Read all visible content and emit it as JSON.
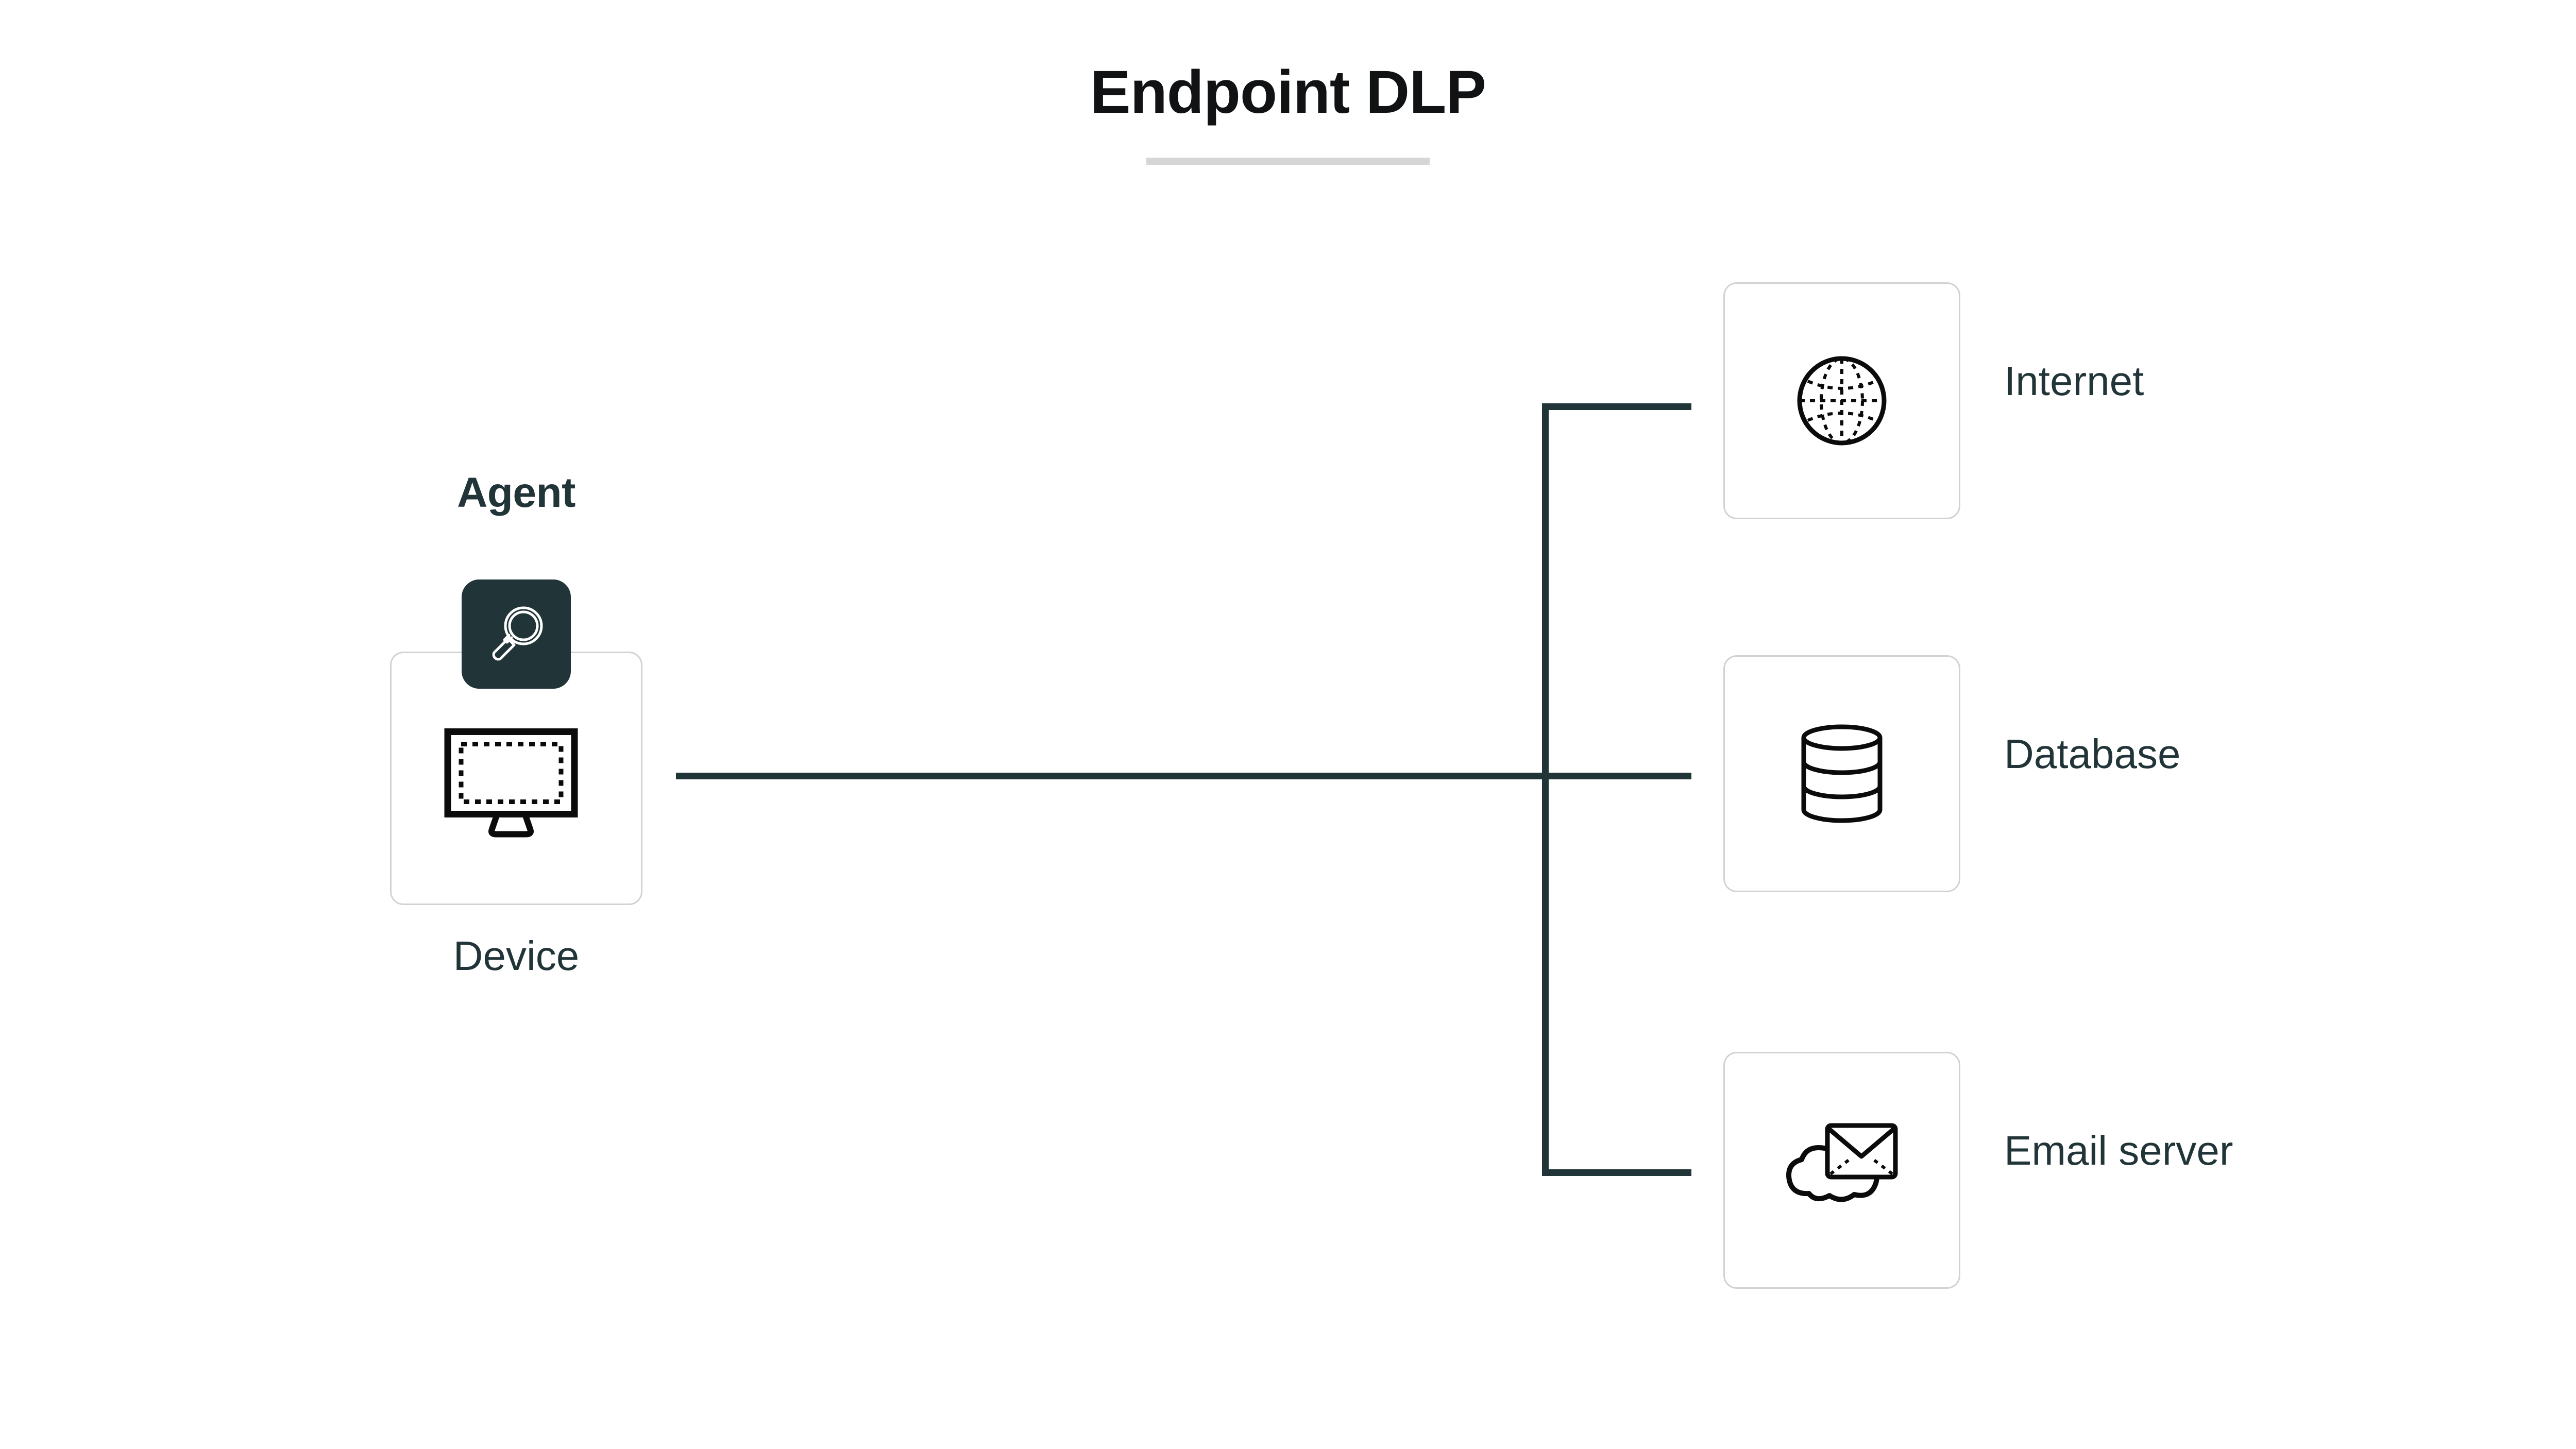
{
  "diagram": {
    "title": "Endpoint DLP",
    "type": "network-flow",
    "accent_color": "#213539",
    "card_border_color": "#d2d2d2",
    "title_color": "#111214",
    "title_rule_color": "#d6d6d6",
    "background_color": "#ffffff",
    "left_node": {
      "badge_label": "Agent",
      "badge_icon": "magnifying-glass-icon",
      "card_icon": "monitor-icon",
      "card_label": "Device"
    },
    "right_nodes": [
      {
        "label": "Internet",
        "icon": "globe-icon"
      },
      {
        "label": "Database",
        "icon": "database-cylinder-icon"
      },
      {
        "label": "Email server",
        "icon": "cloud-envelope-icon"
      }
    ],
    "connections": [
      {
        "from": "Device",
        "to": "Internet"
      },
      {
        "from": "Device",
        "to": "Database"
      },
      {
        "from": "Device",
        "to": "Email server"
      }
    ]
  }
}
